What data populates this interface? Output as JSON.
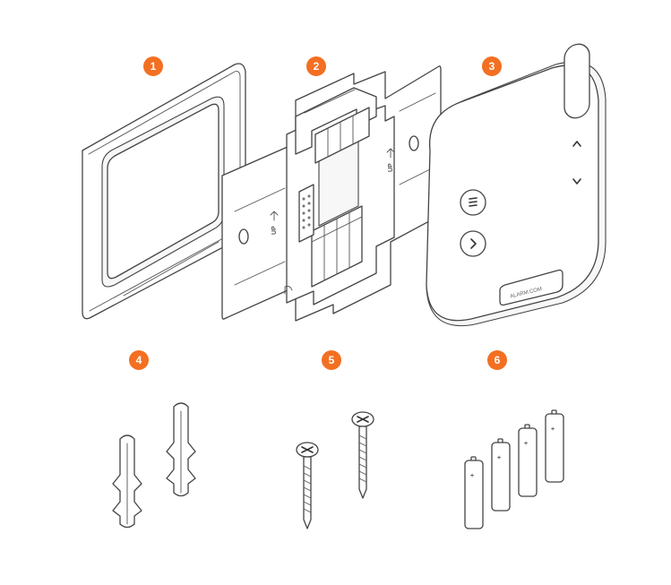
{
  "badges": [
    {
      "number": "1",
      "color": "#f36f21"
    },
    {
      "number": "2",
      "color": "#f36f21"
    },
    {
      "number": "3",
      "color": "#f36f21"
    },
    {
      "number": "4",
      "color": "#f36f21"
    },
    {
      "number": "5",
      "color": "#f36f21"
    },
    {
      "number": "6",
      "color": "#f36f21"
    }
  ],
  "backplate": {
    "up_label_left": "UP",
    "up_label_right": "UP"
  },
  "thermostat": {
    "brand_label": "ALARM.COM",
    "buttons": [
      "up-chevron-icon",
      "down-chevron-icon",
      "menu-icon",
      "next-icon"
    ]
  },
  "batteries": {
    "count": 4,
    "polarity_mark": "+"
  }
}
